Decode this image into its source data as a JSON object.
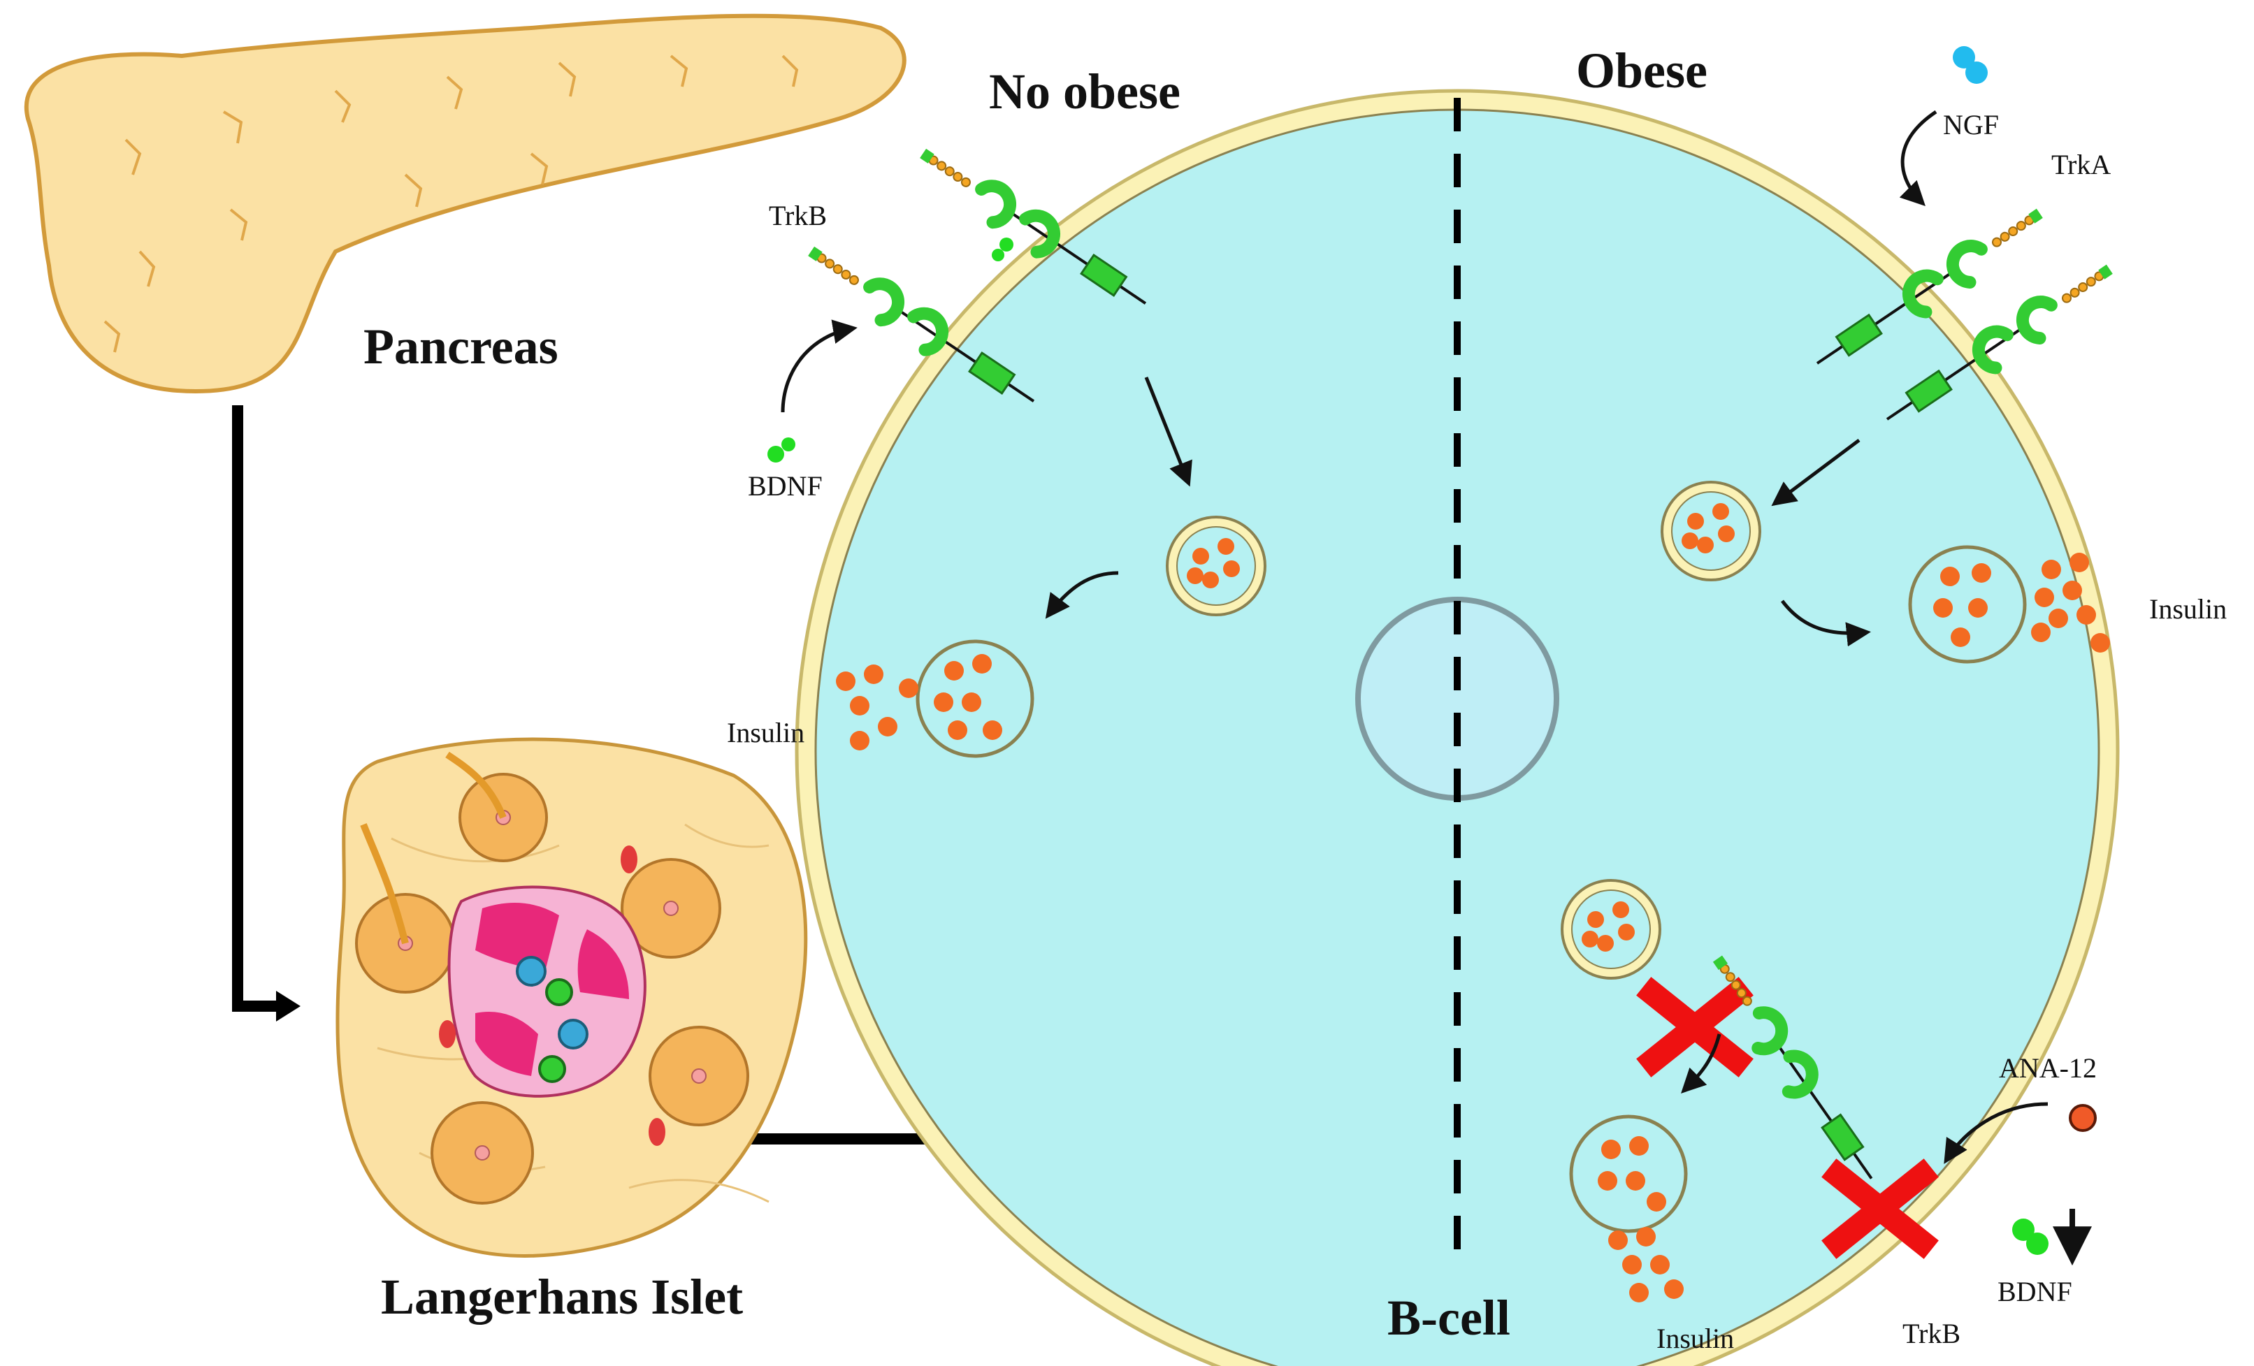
{
  "labels": {
    "pancreas": "Pancreas",
    "islet": "Langerhans Islet",
    "no_obese": "No obese",
    "obese": "Obese",
    "b_cell": "B-cell",
    "trkb_left": "TrkB",
    "bdnf_left": "BDNF",
    "insulin_left": "Insulin",
    "ngf": "NGF",
    "trka": "TrkA",
    "insulin_right": "Insulin",
    "ana12": "ANA-12",
    "bdnf_right": "BDNF",
    "trkb_right": "TrkB",
    "insulin_bottom": "Insulin"
  },
  "colors": {
    "cytoplasm": "#b6f1f2",
    "membrane": "#fbf2b6",
    "insulin": "#f36b21",
    "receptor": "#33cc33",
    "bdnf": "#22dd22",
    "ngf": "#22bbee",
    "block": "#ee1111",
    "pancreas": "#fbe1a4"
  }
}
